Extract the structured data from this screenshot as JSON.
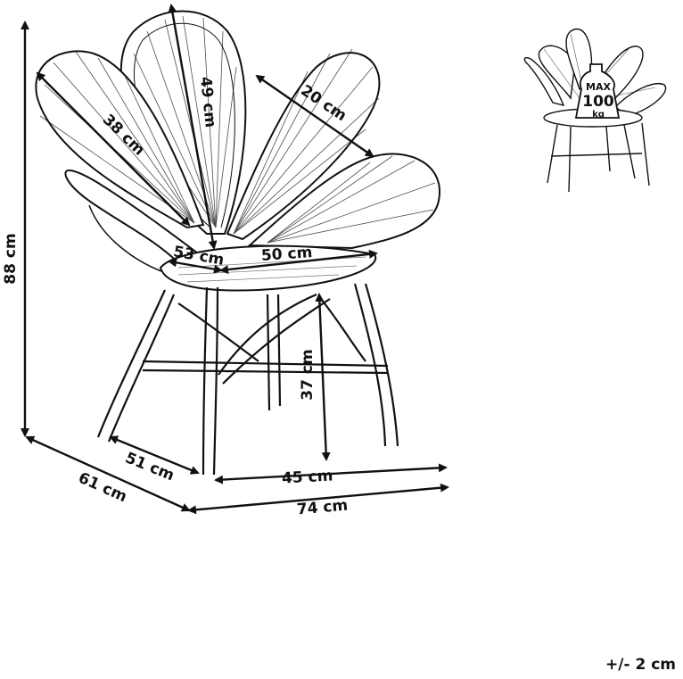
{
  "dimensions": {
    "height_total": "88 cm",
    "back_width_left": "38 cm",
    "back_height_center": "49 cm",
    "petal_width": "20 cm",
    "seat_depth": "53 cm",
    "seat_width": "50 cm",
    "seat_height": "37 cm",
    "leg_depth": "51 cm",
    "leg_width": "45 cm",
    "overall_depth": "61 cm",
    "overall_width": "74 cm"
  },
  "weight_badge": {
    "line1": "MAX",
    "line2": "100",
    "line3": "kg"
  },
  "tolerance": "+/- 2 cm"
}
